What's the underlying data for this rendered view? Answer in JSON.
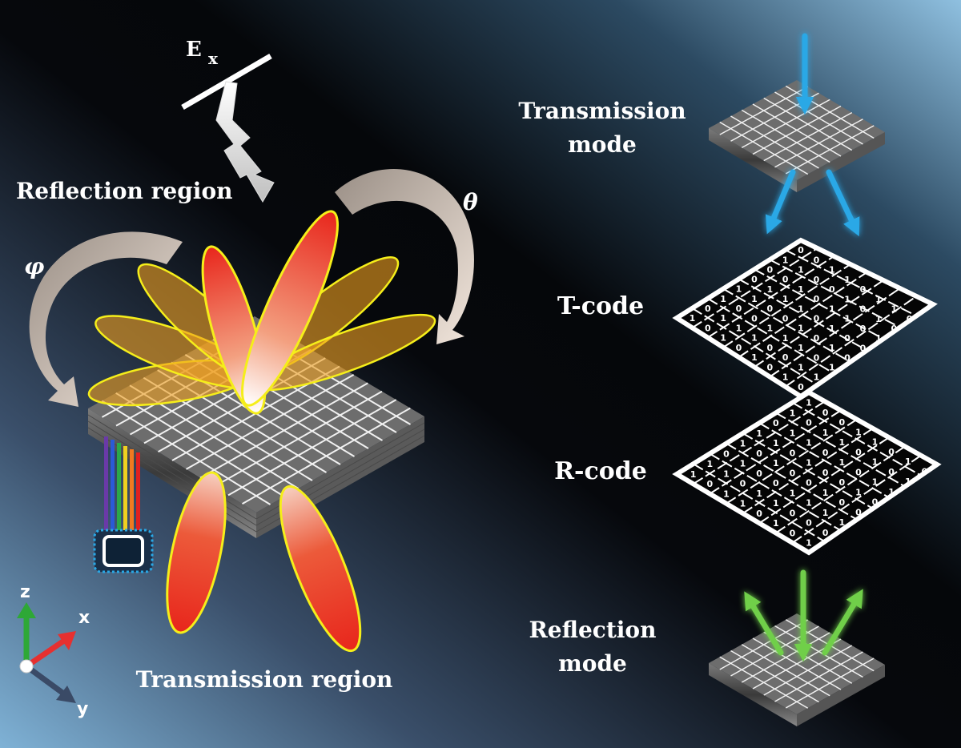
{
  "labels": {
    "field": "E",
    "field_sub": "x",
    "reflection_region": "Reflection region",
    "transmission_region": "Transmission region",
    "phi": "φ",
    "theta": "θ",
    "transmission_mode_line1": "Transmission",
    "transmission_mode_line2": "mode",
    "t_code": "T-code",
    "r_code": "R-code",
    "reflection_mode_line1": "Reflection",
    "reflection_mode_line2": "mode"
  },
  "axes": {
    "z": "z",
    "x": "x",
    "y": "y"
  },
  "codes": {
    "t_code": [
      [
        "1",
        "0",
        "1",
        "1",
        "0",
        "0",
        "1",
        "0"
      ],
      [
        "0",
        "1",
        "0",
        "1",
        "1",
        "0",
        "1",
        "0"
      ],
      [
        "1",
        "1",
        "0",
        "0",
        "1",
        "1",
        "0",
        "1"
      ],
      [
        "0",
        "1",
        "1",
        "0",
        "1",
        "0",
        "0",
        "1"
      ],
      [
        "1",
        "0",
        "1",
        "1",
        "0",
        "1",
        "1",
        "0"
      ],
      [
        "0",
        "0",
        "1",
        "0",
        "1",
        "1",
        "0",
        "1"
      ],
      [
        "1",
        "1",
        "0",
        "1",
        "0",
        "0",
        "1",
        "1"
      ],
      [
        "0",
        "1",
        "1",
        "0",
        "0",
        "1",
        "0",
        "0"
      ]
    ],
    "r_code": [
      [
        "1",
        "1",
        "0",
        "1",
        "1",
        "0",
        "1",
        "1"
      ],
      [
        "0",
        "1",
        "1",
        "0",
        "1",
        "1",
        "0",
        "0"
      ],
      [
        "1",
        "0",
        "0",
        "1",
        "0",
        "1",
        "1",
        "0"
      ],
      [
        "1",
        "1",
        "0",
        "0",
        "1",
        "0",
        "1",
        "1"
      ],
      [
        "0",
        "1",
        "1",
        "0",
        "0",
        "1",
        "0",
        "1"
      ],
      [
        "1",
        "0",
        "1",
        "1",
        "0",
        "0",
        "1",
        "0"
      ],
      [
        "0",
        "0",
        "1",
        "0",
        "1",
        "1",
        "0",
        "1"
      ],
      [
        "1",
        "0",
        "1",
        "0",
        "0",
        "1",
        "1",
        "0"
      ]
    ]
  },
  "colors": {
    "beam_blue": "#29a8e6",
    "beam_green": "#6fcf4a",
    "lobe_red": "#e8261c",
    "lobe_orange": "#f0a020",
    "lobe_outline": "#f5ee1a",
    "axis_z": "#2ea836",
    "axis_x": "#e63030",
    "axis_y": "#3a4a66",
    "ribbon": [
      "#6a3aa8",
      "#2a5ad8",
      "#2aa84a",
      "#f0d020",
      "#f07a20",
      "#e02020"
    ]
  }
}
